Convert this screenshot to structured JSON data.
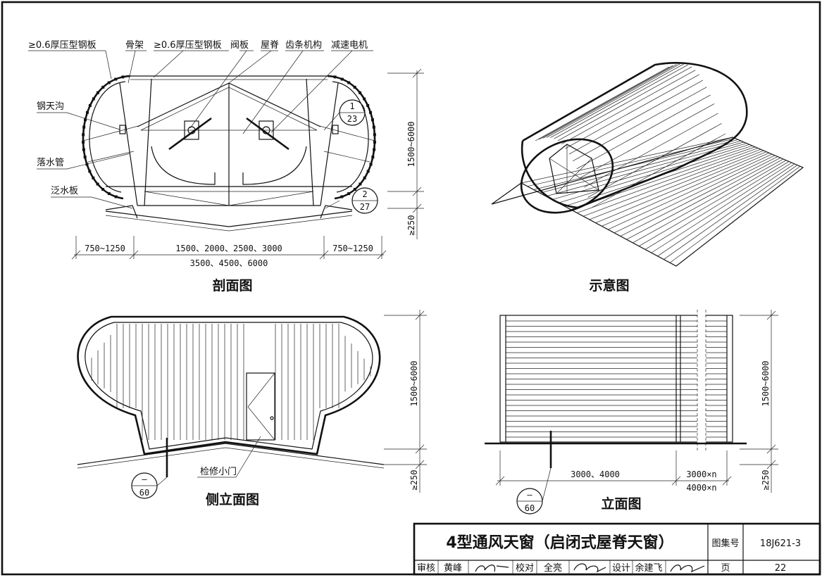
{
  "section": {
    "title": "剖面图",
    "labels": {
      "steel_plate_left": "≥0.6厚压型钢板",
      "frame": "骨架",
      "steel_plate_mid": "≥0.6厚压型钢板",
      "valve_plate": "阀板",
      "ridge": "屋脊",
      "rack_mechanism": "齿条机构",
      "gear_motor": "减速电机",
      "gutter": "钢天沟",
      "downpipe": "落水管",
      "flashing": "泛水板"
    },
    "ref1": {
      "top": "1",
      "bottom": "23"
    },
    "ref2": {
      "top": "2",
      "bottom": "27"
    },
    "dims": {
      "height": "1500~6000",
      "curb": "≥250",
      "left": "750~1250",
      "middle": "1500、2000、2500、3000",
      "right": "750~1250",
      "total": "3500、4500、6000"
    }
  },
  "schematic": {
    "title": "示意图"
  },
  "side_elevation": {
    "title": "侧立面图",
    "door_label": "检修小门",
    "height": "1500~6000",
    "curb": "≥250",
    "ref": {
      "top": "—",
      "bottom": "60"
    }
  },
  "elevation": {
    "title": "立面图",
    "height": "1500~6000",
    "curb": "≥250",
    "dim_main": "3000、4000",
    "dim_n1": "3000×n",
    "dim_n2": "4000×n",
    "ref": {
      "top": "—",
      "bottom": "60"
    }
  },
  "title_block": {
    "drawing_title": "4型通风天窗（启闭式屋脊天窗）",
    "atlas_label": "图集号",
    "atlas_no": "18J621-3",
    "review_label": "审核",
    "reviewer": "黄峰",
    "check_label": "校对",
    "checker": "全亮",
    "design_label": "设计",
    "designer": "余建飞",
    "page_label": "页",
    "page_no": "22"
  }
}
